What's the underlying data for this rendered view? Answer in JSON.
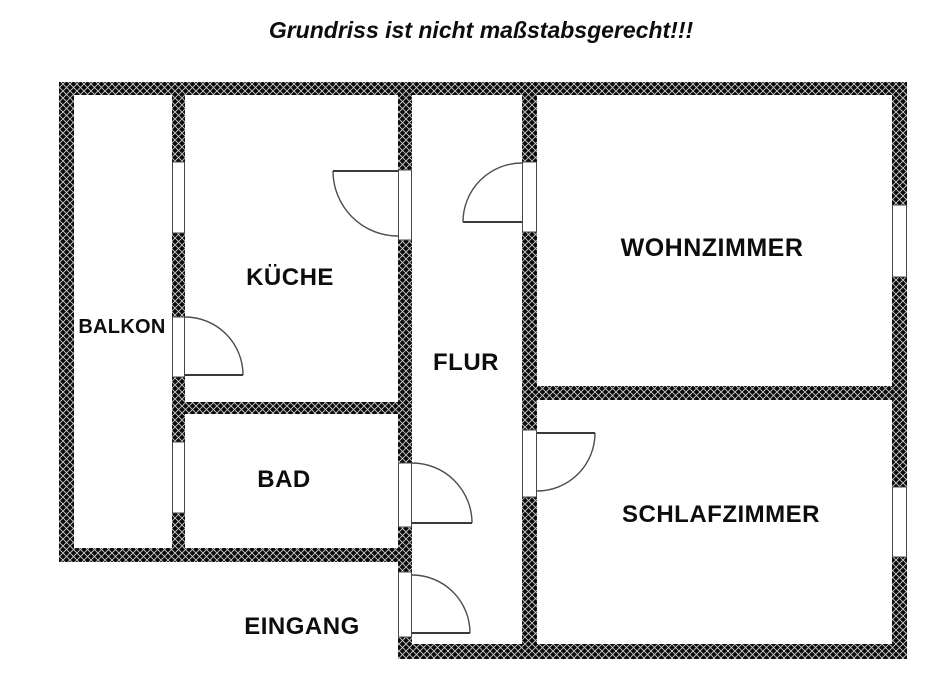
{
  "title": "Grundriss ist nicht maßstabsgerecht!!!",
  "rooms": {
    "balkon": {
      "label": "BALKON"
    },
    "kueche": {
      "label": "KÜCHE"
    },
    "bad": {
      "label": "BAD"
    },
    "flur": {
      "label": "FLUR"
    },
    "wohnzimmer": {
      "label": "WOHNZIMMER"
    },
    "schlafzimmer": {
      "label": "SCHLAFZIMMER"
    },
    "eingang": {
      "label": "EINGANG"
    }
  },
  "colors": {
    "background": "#ffffff",
    "wall": "#0a0a0a",
    "hatch_line": "#ffffff",
    "door_line": "#4d4d4d",
    "text": "#0d0d0d"
  }
}
